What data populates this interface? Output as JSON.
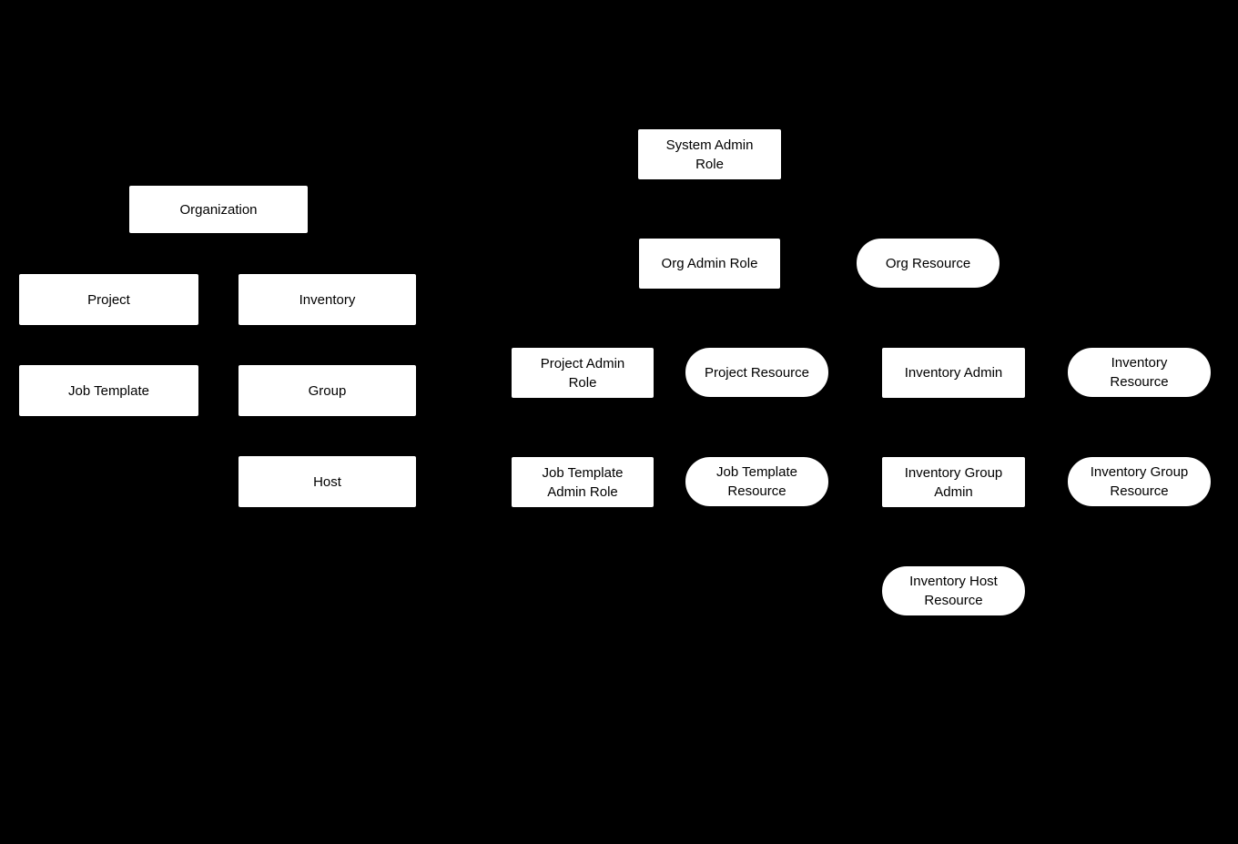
{
  "diagram": {
    "description": "RBAC roles and resources diagram",
    "colors": {
      "background": "#000000",
      "node_fill": "#ffffff",
      "node_text": "#000000"
    },
    "nodes": {
      "organization": {
        "label": "Organization",
        "shape": "rectangle"
      },
      "project": {
        "label": "Project",
        "shape": "rectangle"
      },
      "inventory": {
        "label": "Inventory",
        "shape": "rectangle"
      },
      "job_template": {
        "label": "Job Template",
        "shape": "rectangle"
      },
      "group": {
        "label": "Group",
        "shape": "rectangle"
      },
      "host": {
        "label": "Host",
        "shape": "rectangle"
      },
      "system_admin_role": {
        "label": "System Admin\nRole",
        "shape": "rectangle"
      },
      "org_admin_role": {
        "label": "Org Admin Role",
        "shape": "rectangle"
      },
      "org_resource": {
        "label": "Org Resource",
        "shape": "pill"
      },
      "project_admin_role": {
        "label": "Project Admin\nRole",
        "shape": "rectangle"
      },
      "project_resource": {
        "label": "Project Resource",
        "shape": "pill"
      },
      "inventory_admin": {
        "label": "Inventory Admin",
        "shape": "rectangle"
      },
      "inventory_resource": {
        "label": "Inventory\nResource",
        "shape": "pill"
      },
      "job_template_admin_role": {
        "label": "Job Template\nAdmin Role",
        "shape": "rectangle"
      },
      "job_template_resource": {
        "label": "Job Template\nResource",
        "shape": "pill"
      },
      "inventory_group_admin": {
        "label": "Inventory Group\nAdmin",
        "shape": "rectangle"
      },
      "inventory_group_resource": {
        "label": "Inventory Group\nResource",
        "shape": "pill"
      },
      "inventory_host_resource": {
        "label": "Inventory Host\nResource",
        "shape": "pill"
      }
    }
  }
}
